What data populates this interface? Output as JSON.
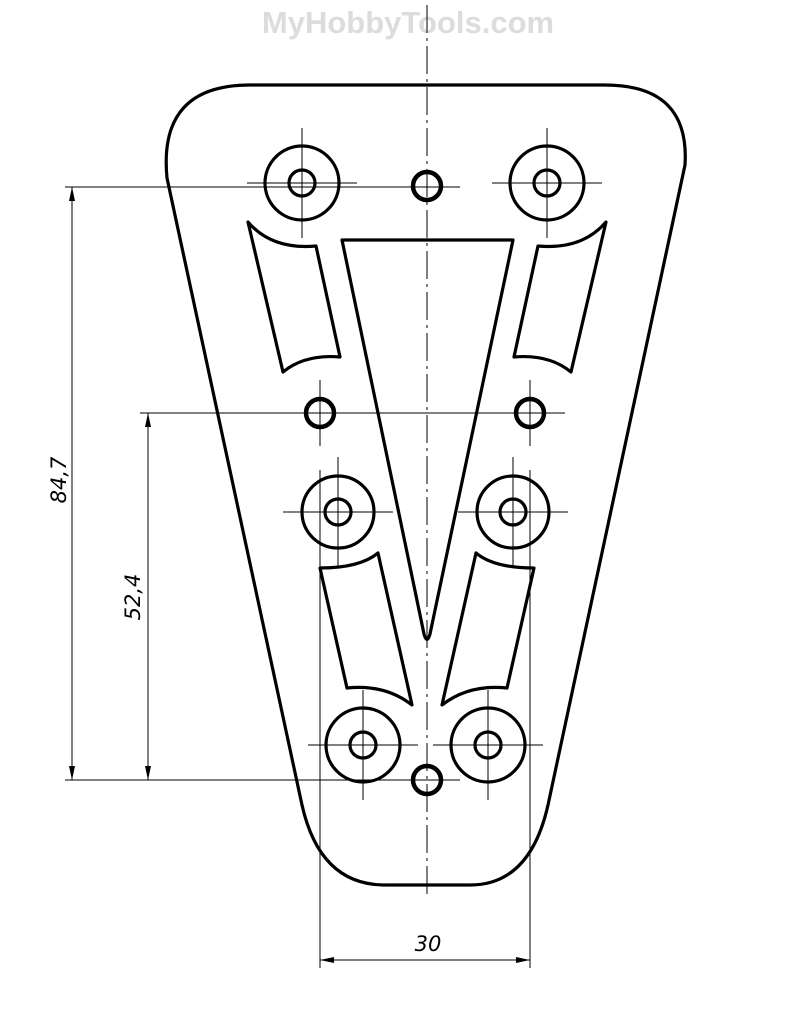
{
  "watermark": "MyHobbyTools.com",
  "dimensions": {
    "overall_height": "84,7",
    "lower_height": "52,4",
    "width": "30"
  }
}
